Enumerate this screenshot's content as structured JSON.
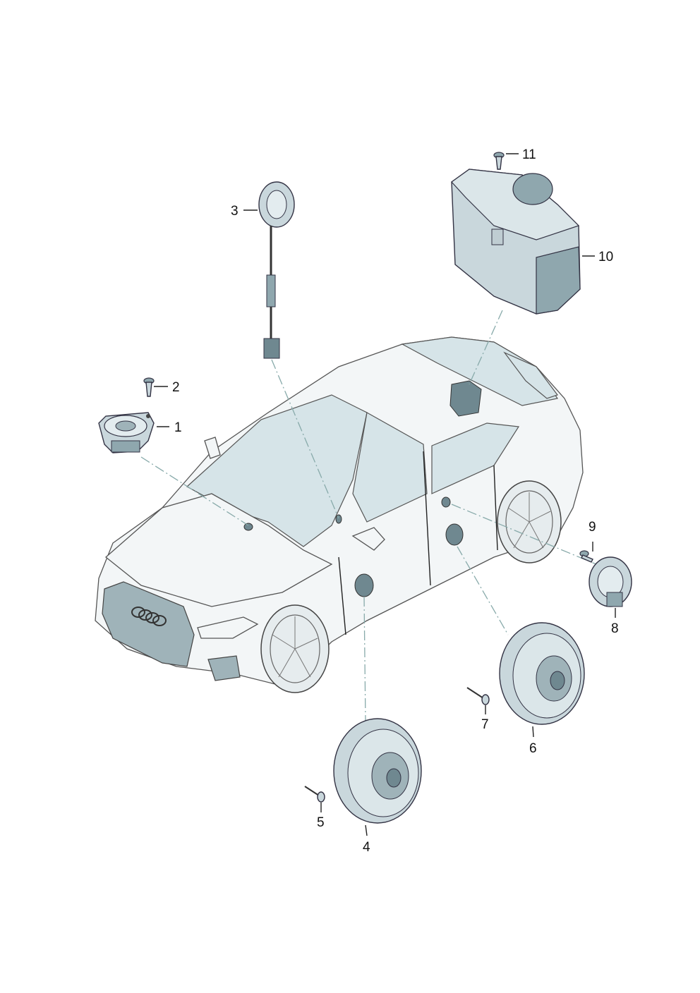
{
  "diagram": {
    "callouts": [
      {
        "id": "1",
        "label": "1"
      },
      {
        "id": "2",
        "label": "2"
      },
      {
        "id": "3",
        "label": "3"
      },
      {
        "id": "4",
        "label": "4"
      },
      {
        "id": "5",
        "label": "5"
      },
      {
        "id": "6",
        "label": "6"
      },
      {
        "id": "7",
        "label": "7"
      },
      {
        "id": "8",
        "label": "8"
      },
      {
        "id": "9",
        "label": "9"
      },
      {
        "id": "10",
        "label": "10"
      },
      {
        "id": "11",
        "label": "11"
      }
    ],
    "parts": [
      {
        "callout": "1",
        "icon": "dashboard-speaker-icon"
      },
      {
        "callout": "2",
        "icon": "screw-icon"
      },
      {
        "callout": "3",
        "icon": "pillar-tweeter-icon"
      },
      {
        "callout": "4",
        "icon": "front-door-speaker-icon"
      },
      {
        "callout": "5",
        "icon": "rivet-icon"
      },
      {
        "callout": "6",
        "icon": "rear-door-speaker-icon"
      },
      {
        "callout": "7",
        "icon": "rivet-icon"
      },
      {
        "callout": "8",
        "icon": "rear-tweeter-icon"
      },
      {
        "callout": "9",
        "icon": "screw-icon"
      },
      {
        "callout": "10",
        "icon": "subwoofer-box-icon"
      },
      {
        "callout": "11",
        "icon": "screw-icon"
      }
    ],
    "vehicle_icon": "suv-coupe-icon"
  }
}
